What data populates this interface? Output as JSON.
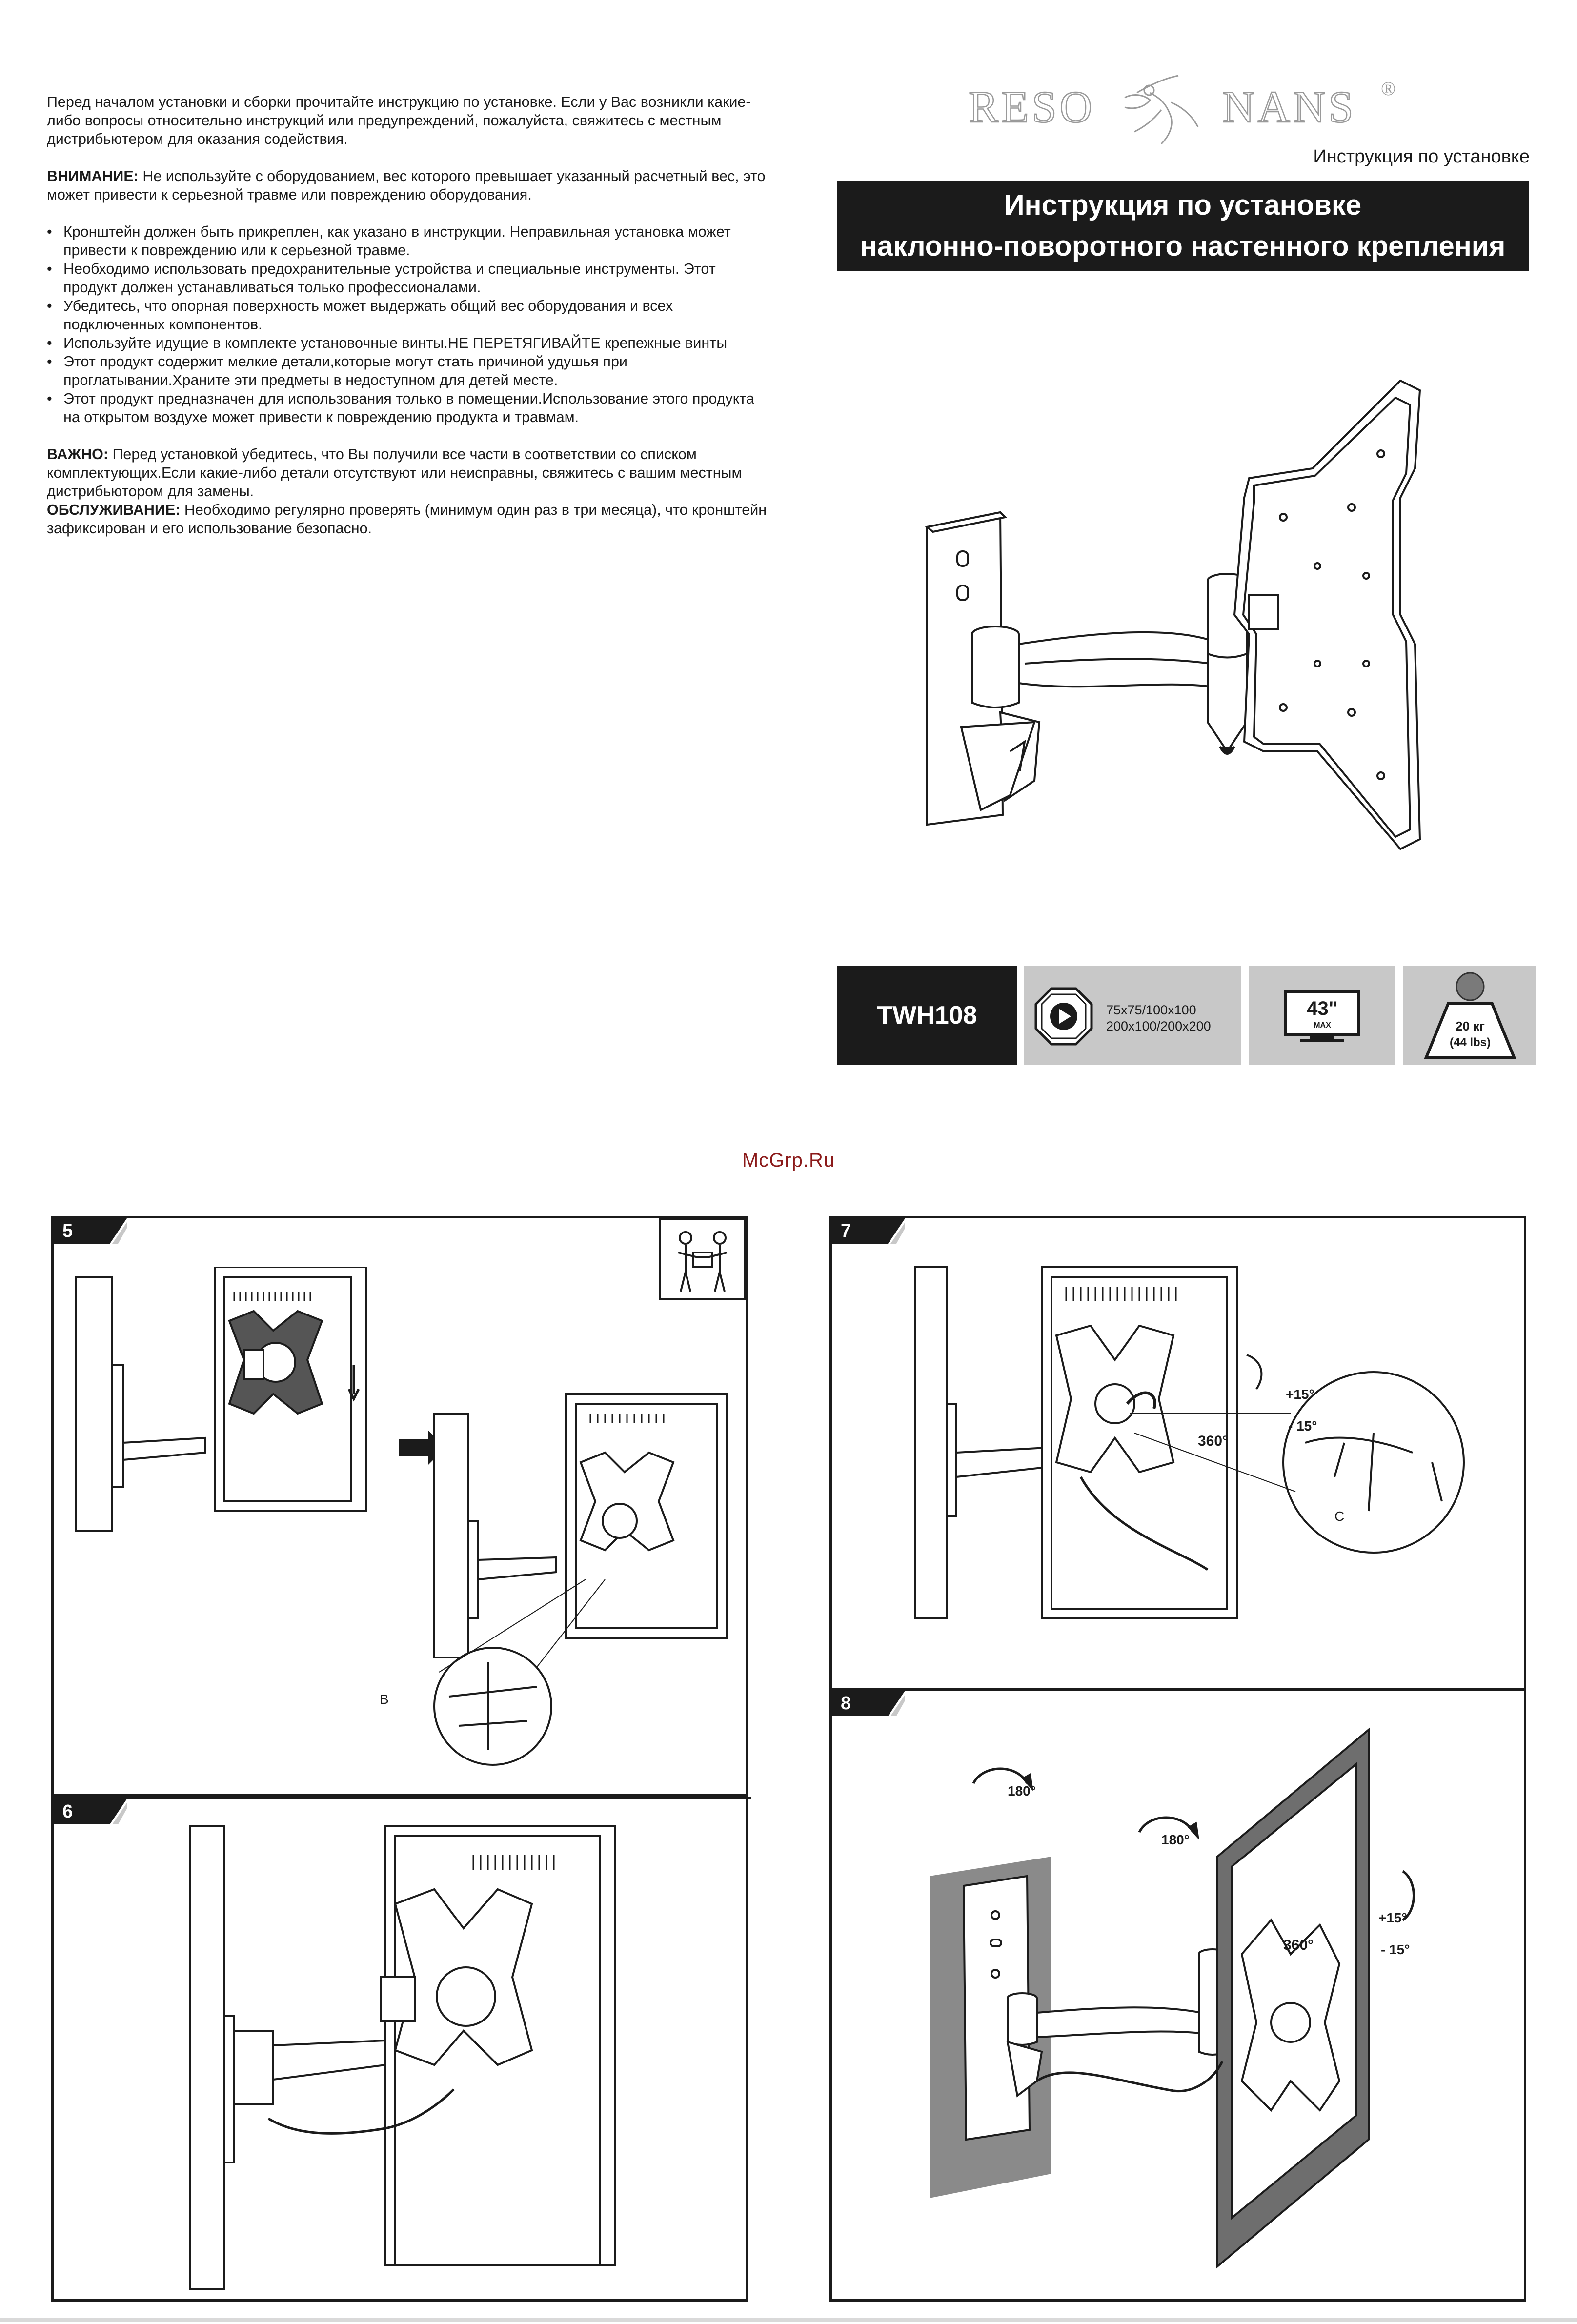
{
  "intro": {
    "para1": "Перед началом установки и сборки прочитайте инструкцию по установке. Если у Вас возникли какие-либо вопросы относительно инструкций или предупреждений, пожалуйста, свяжитесь с местным дистрибьютером для оказания содействия.",
    "warning_label": "ВНИМАНИЕ:",
    "warning_text": " Не используйте с оборудованием, вес которого превышает указанный расчетный вес, это может привести к серьезной травме или повреждению оборудования.",
    "bullets": [
      "Кронштейн должен быть прикреплен, как указано в инструкции. Неправильная установка может привести к повреждению или к серьезной травме.",
      "Необходимо использовать предохранительные устройства и специальные инструменты. Этот продукт должен устанавливаться только профессионалами.",
      "Убедитесь, что опорная поверхность может выдержать общий вес оборудования и всех подключенных компонентов.",
      "Используйте идущие в комплекте установочные винты.НЕ ПЕРЕТЯГИВАЙТЕ крепежные винты",
      "Этот продукт содержит мелкие детали,которые могут стать причиной удушья при проглатывании.Храните эти предметы в недоступном для детей месте.",
      "Этот продукт предназначен для использования только в помещении.Использование этого продукта на открытом воздухе может привести к повреждению продукта и травмам."
    ],
    "important_label": "ВАЖНО:",
    "important_text": " Перед установкой убедитесь, что Вы получили все части в соответствии со списком комплектующих.Если какие-либо детали отсутствуют или неисправны, свяжитесь с вашим местным дистрибьютором для замены.",
    "service_label": "ОБСЛУЖИВАНИЕ:",
    "service_text": " Необходимо регулярно проверять (минимум один раз в три месяца), что кронштейн зафиксирован и его использование безопасно."
  },
  "brand": {
    "left": "RESO",
    "right": "NANS",
    "registered": "®",
    "subheader": "Инструкция по установке"
  },
  "title": {
    "line1": "Инструкция по установке",
    "line2": "наклонно-поворотного настенного крепления"
  },
  "specs": {
    "model": "TWH108",
    "vesa_line1": "75x75/100x100",
    "vesa_line2": "200x100/200x200",
    "screen_size": "43\"",
    "screen_max": "MAX",
    "weight_kg": "20 кг",
    "weight_lbs": "(44 lbs)"
  },
  "watermark": "McGrp.Ru",
  "steps": {
    "s5": {
      "number": "5",
      "label_b": "B"
    },
    "s6": {
      "number": "6"
    },
    "s7": {
      "number": "7",
      "tilt_up": "+15°",
      "tilt_down": "- 15°",
      "rotate": "360°",
      "label_c": "C"
    },
    "s8": {
      "number": "8",
      "wall_swivel": "180°",
      "arm_swivel": "180°",
      "rotate": "360°",
      "tilt_up": "+15°",
      "tilt_down": "- 15°"
    }
  },
  "colors": {
    "dark": "#1b1b1b",
    "gray_box": "#c8c8c8",
    "watermark": "#8b1a1a",
    "wall": "#8a8a8a"
  }
}
